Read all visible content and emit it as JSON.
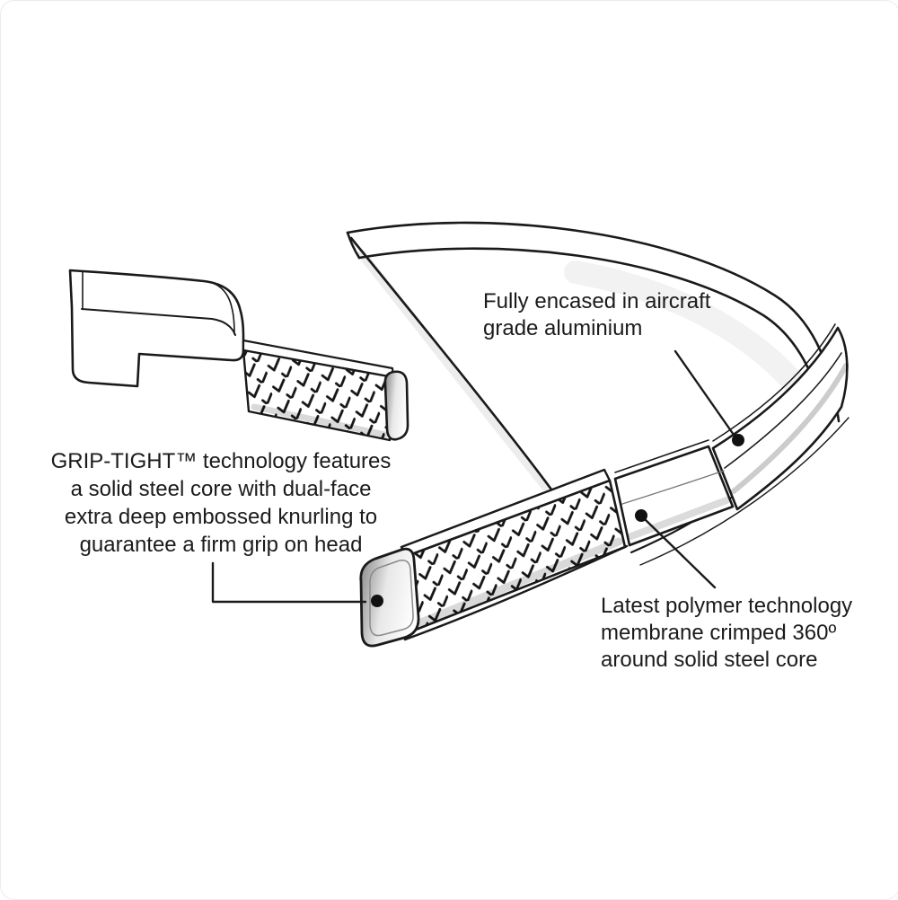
{
  "figure": {
    "background": "#ffffff",
    "line_color": "#1a1a1a",
    "dot_color": "#111111",
    "shade_color": "#8f8f8f"
  },
  "annotations": {
    "aluminium": {
      "lines": [
        "Fully encased in aircraft",
        "grade aluminium"
      ]
    },
    "grip_tight": {
      "lines": [
        "GRIP-TIGHT™ technology features",
        "a solid steel core with dual-face",
        "extra deep embossed knurling to",
        "guarantee a firm grip on head"
      ]
    },
    "polymer": {
      "lines": [
        "Latest polymer technology",
        "membrane crimped 360º",
        "around solid steel core"
      ]
    }
  }
}
